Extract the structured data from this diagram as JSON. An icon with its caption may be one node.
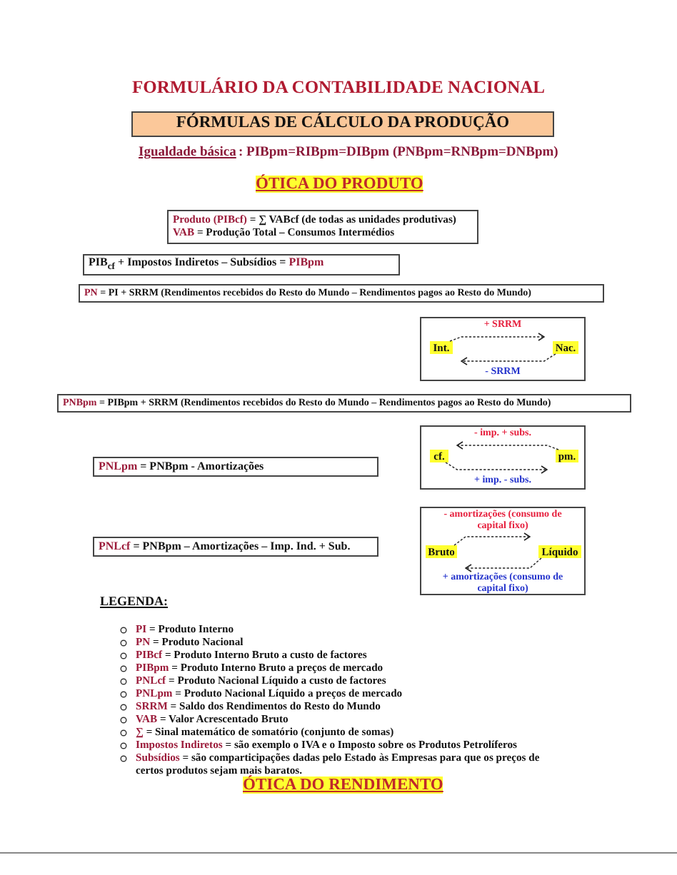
{
  "diagram": {
    "title": "FORMULÁRIO DA CONTABILIDADE NACIONAL",
    "nodes": [
      {
        "text": [
          "FÓRMULAS DE CÁLCULO DA PRODUÇÃO"
        ]
      },
      {
        "text": [
          "**Produto (PIBcf)** = ∑ VABcf (de todas as unidades produtivas)",
          "**VAB** = Produção Total – Consumos Intermédios"
        ]
      },
      {
        "text": [
          "PIB$_{cf}$ + Impostos Indiretos – Subsídios = **PIBpm**"
        ]
      },
      {
        "text": [
          "**PN** = PI + SRRM (Rendimentos recebidos do Resto do Mundo – Rendimentos pagos ao Resto do Mundo)"
        ]
      },
      {
        "text": [],
        "shape": "box"
      },
      {
        "text": [
          "Int."
        ],
        "in": 4
      },
      {
        "text": [
          "Nac."
        ],
        "in": 4
      },
      {
        "text": [
          "**PNBpm** = PIBpm + SRRM (Rendimentos recebidos do Resto do Mundo – Rendimentos pagos ao Resto do Mundo)"
        ]
      },
      {
        "text": [
          "**PNLpm** = PNBpm - Amortizações"
        ]
      },
      {
        "text": [],
        "shape": "box"
      },
      {
        "text": [
          "cf."
        ],
        "in": 9
      },
      {
        "text": [
          "pm."
        ],
        "in": 9
      },
      {
        "text": [
          "**PNLcf** = PNBpm – Amortizações – Imp. Ind. + Sub."
        ]
      },
      {
        "text": [],
        "shape": "box"
      },
      {
        "text": [
          "Bruto"
        ],
        "in": 13
      },
      {
        "text": [
          "Líquido"
        ],
        "in": 13
      }
    ],
    "edges": [
      {
        "from": 5,
        "to": 6,
        "arrow": "to",
        "label": "+ SRRM",
        "style": "dashed"
      },
      {
        "from": 6,
        "to": 5,
        "arrow": "to",
        "label": "- SRRM",
        "style": "dashed"
      },
      {
        "from": 11,
        "to": 10,
        "arrow": "to",
        "label": "- imp. + subs.",
        "style": "dashed"
      },
      {
        "from": 10,
        "to": 11,
        "arrow": "to",
        "label": "+ imp. - subs.",
        "style": "dashed"
      },
      {
        "from": 14,
        "to": 15,
        "arrow": "to",
        "label": "- amortizações (consumo de capital fixo)",
        "style": "dashed"
      },
      {
        "from": 15,
        "to": 14,
        "arrow": "to",
        "label": "+ amortizações (consumo de capital fixo)",
        "style": "dashed"
      }
    ],
    "labels": [
      "Igualdade básica",
      ": PIBpm=RIBpm=DIBpm (PNBpm=RNBpm=DNBpm)",
      "ÓTICA DO PRODUTO",
      "LEGENDA:",
      "**PI** = Produto Interno",
      "**PN** = Produto Nacional",
      "**PIBcf** = Produto Interno Bruto a custo de factores",
      "**PIBpm** = Produto Interno Bruto a preços de mercado",
      "**PNLcf** = Produto Nacional Líquido a custo de factores",
      "**PNLpm** = Produto Nacional Líquido a preços de mercado",
      "**SRRM** = Saldo dos Rendimentos do Resto do Mundo",
      "**VAB** = Valor Acrescentado Bruto",
      "**∑** = Sinal matemático de somatório (conjunto de somas)",
      "**Impostos Indiretos** = são exemplo o IVA e o Imposto sobre os Produtos Petrolíferos",
      "**Subsídios** = são comparticipações dadas pelo Estado às Empresas para que os preços de certos produtos sejam mais baratos.",
      "ÓTICA DO RENDIMENTO"
    ]
  }
}
